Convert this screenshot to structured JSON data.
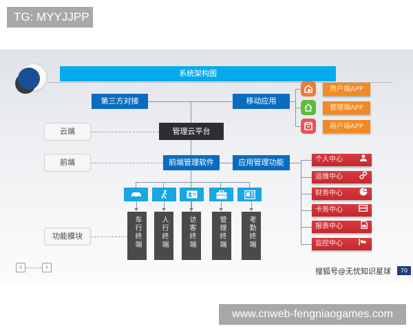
{
  "tg_badge": "TG: MYYJJPP",
  "diagram": {
    "title": "系统架构图",
    "top_left": "第三方对接",
    "top_right": "移动应用",
    "cloud_platform": "管理云平台",
    "frontend_software": "前端管理软件",
    "app_management": "应用管理功能",
    "layer_labels": [
      "云端",
      "前端",
      "功能模块"
    ],
    "apps": [
      {
        "label": "用户端APP",
        "icon": "house-chat-icon",
        "color": "#f07a32"
      },
      {
        "label": "管理端APP",
        "icon": "house-icon",
        "color": "#5cbd3d"
      },
      {
        "label": "商户端APP",
        "icon": "shop-icon",
        "color": "#e9525a"
      }
    ],
    "centers": [
      {
        "label": "个人中心",
        "icon": "user-icon"
      },
      {
        "label": "运维中心",
        "icon": "gears-icon"
      },
      {
        "label": "财务中心",
        "icon": "pie-chart-icon"
      },
      {
        "label": "卡务中心",
        "icon": "card-icon"
      },
      {
        "label": "报表中心",
        "icon": "document-icon"
      },
      {
        "label": "监控中心",
        "icon": "camera-icon"
      }
    ],
    "terminals": [
      {
        "label": "车行终端",
        "icon": "car-icon"
      },
      {
        "label": "人行终端",
        "icon": "walking-person-icon"
      },
      {
        "label": "访客终端",
        "icon": "id-card-icon"
      },
      {
        "label": "管理终端",
        "icon": "briefcase-icon"
      },
      {
        "label": "考勤终端",
        "icon": "news-card-icon"
      }
    ]
  },
  "nav": {
    "prev": "‹",
    "next": "›"
  },
  "watermark": {
    "sohu": "搜狐号@无忧知识星球",
    "badge": "70"
  },
  "url_banner": "www.cnweb-fengniaogames.com",
  "colors": {
    "title_blue": "#05aaee",
    "box_blue": "#0a6cbf",
    "dark_box": "#2e2d36",
    "red_item": "#c42830",
    "orange_app": "#f28a23",
    "terminal_gray": "#4a4a4a"
  }
}
